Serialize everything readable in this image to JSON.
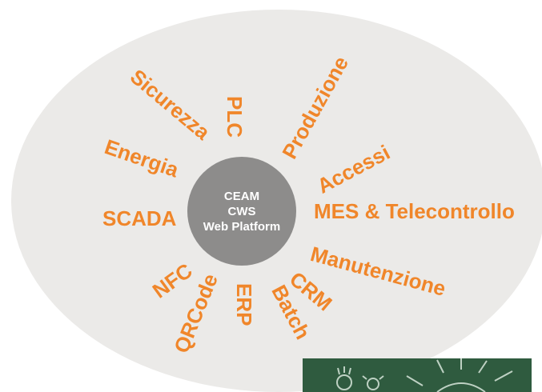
{
  "hub": {
    "line1": "CEAM",
    "line2": "CWS",
    "line3": "Web Platform"
  },
  "spokes": {
    "sicurezza": "Sicurezza",
    "plc": "PLC",
    "produzione": "Produzione",
    "accessi": "Accessi",
    "energia": "Energia",
    "scada": "SCADA",
    "mes": "MES & Telecontrollo",
    "manutenzione": "Manutenzione",
    "crm": "CRM",
    "batch": "Batch",
    "erp": "ERP",
    "qrcode": "QRCode",
    "nfc": "NFC"
  },
  "colors": {
    "accent": "#f0862a",
    "hub": "#8d8c8b",
    "ellipse": "#ebeae8",
    "board": "#2f5b3f"
  },
  "icons": {
    "board_image": "chalkboard-lightbulb-image"
  }
}
